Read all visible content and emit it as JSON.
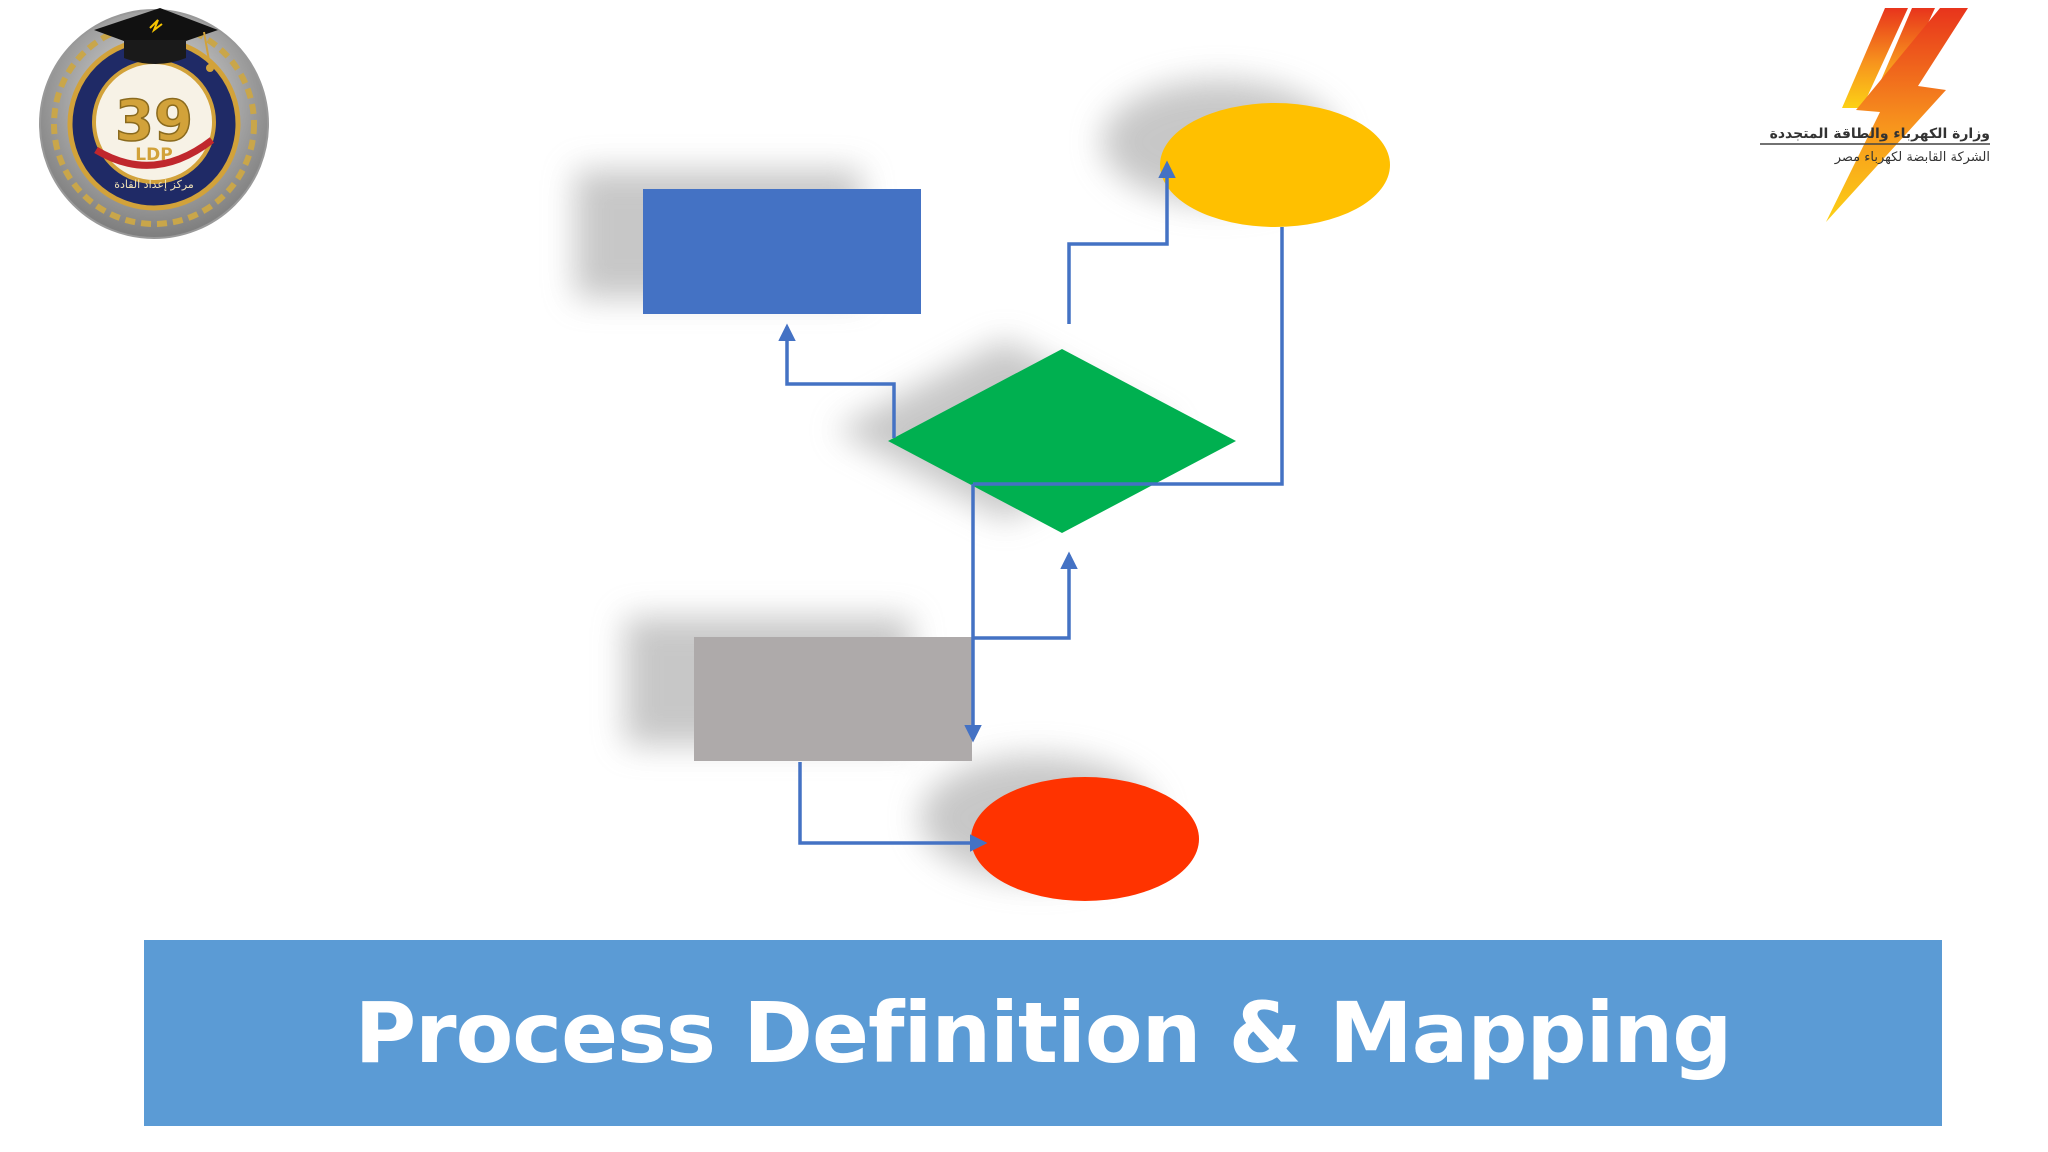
{
  "slide": {
    "title": "Process Definition & Mapping"
  },
  "logos": {
    "left": {
      "number": "39",
      "letters": "LDP",
      "ring_text": "مركز إعداد القادة"
    },
    "right": {
      "ministry_line": "وزارة الكهرباء     والطاقة المتجددة",
      "company_line": "الشركة القابضة      لكهرباء مصر"
    }
  },
  "colors": {
    "banner": "#5b9bd5",
    "rect_blue": "#4472c4",
    "ellipse_yellow": "#ffc000",
    "diamond_green": "#00b050",
    "rect_gray": "#aeaaaa",
    "ellipse_red": "#ff3300",
    "connector": "#4472c4",
    "bolt_red": "#e8341c",
    "bolt_orange": "#f7941d",
    "bolt_yellow": "#fcd116"
  },
  "icons": {
    "left_logo": "leadership-program-emblem-icon",
    "right_logo": "lightning-bolt-logo-icon",
    "mortarboard": "graduation-cap-icon"
  }
}
